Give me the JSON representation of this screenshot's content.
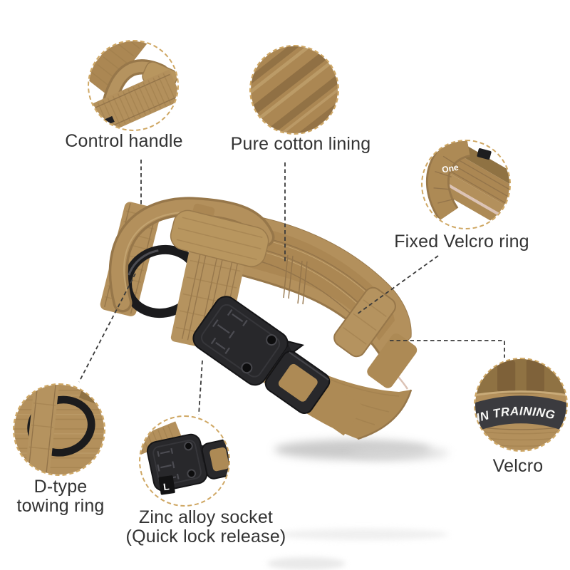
{
  "callouts": {
    "control_handle": {
      "label": "Control handle"
    },
    "cotton_lining": {
      "label": "Pure cotton lining"
    },
    "velcro_ring": {
      "label": "Fixed Velcro ring",
      "strap_text": "One"
    },
    "velcro_patch": {
      "label": "Velcro",
      "patch_text": "IN TRAINING"
    },
    "d_ring": {
      "label_line1": "D-type",
      "label_line2": "towing ring"
    },
    "socket": {
      "label_line1": "Zinc alloy socket",
      "label_line2": "(Quick lock release)",
      "size_tag": "L"
    }
  },
  "colors": {
    "webbing": "#b3905c",
    "webbing_alt": "#ad8a55",
    "webbing_grip": "#b8965f",
    "webbing_col": "#b5935f",
    "webbing_dark": "#97774a",
    "webbing_deep": "#8a6a3e",
    "lining": "#ab8753",
    "lining_inner": "#8f7243",
    "highlight": "#c9ab79",
    "pink_edge": "#dcc3b6",
    "stitch": "#93744a",
    "rib": "#9d7b4b",
    "hardware": "#28282b",
    "hardware_dark": "#141416",
    "hardware_light": "#4c4c52",
    "ring_black": "#1b1b1d",
    "dashed_ring": "#cfa763",
    "connector": "#3a3a3a",
    "label": "#333333",
    "patch_bg": "#3b3b3f",
    "patch_text": "#f8f8f6",
    "shadow": "#b9b9b9"
  }
}
